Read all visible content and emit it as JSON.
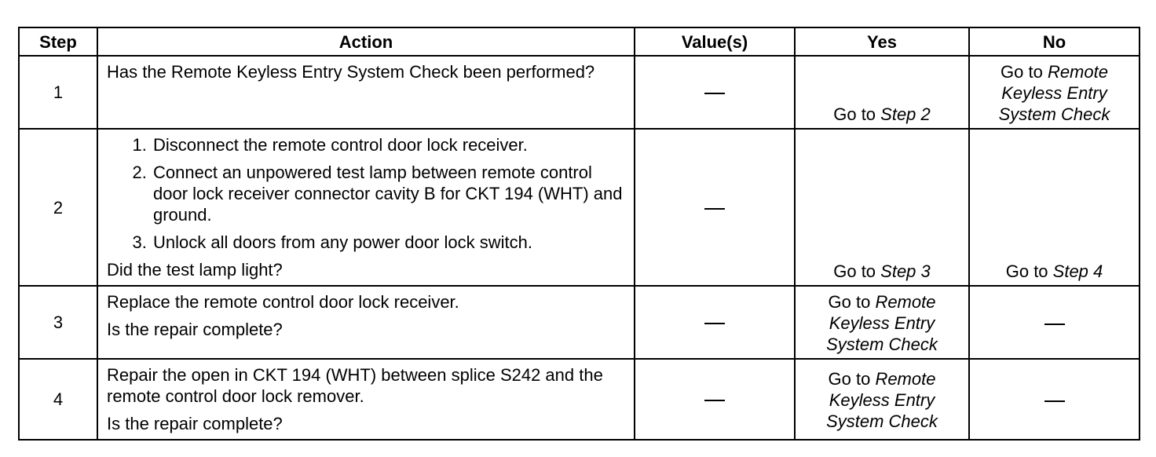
{
  "headers": {
    "step": "Step",
    "action": "Action",
    "values": "Value(s)",
    "yes": "Yes",
    "no": "No"
  },
  "rows": [
    {
      "step": "1",
      "action_paragraphs": [
        "Has the Remote Keyless Entry System Check been performed?"
      ],
      "value": "—",
      "yes": {
        "prefix": "Go to ",
        "ref": "Step 2"
      },
      "no": {
        "prefix": "Go to ",
        "ref": "Remote Keyless Entry System Check"
      }
    },
    {
      "step": "2",
      "action_list": [
        "Disconnect the remote control door lock receiver.",
        "Connect an unpowered test lamp between remote control door lock receiver connector cavity B for CKT 194 (WHT) and ground.",
        "Unlock all doors from any power door lock switch."
      ],
      "action_question": "Did the test lamp light?",
      "value": "—",
      "yes": {
        "prefix": "Go to ",
        "ref": "Step 3"
      },
      "no": {
        "prefix": "Go to ",
        "ref": "Step 4"
      }
    },
    {
      "step": "3",
      "action_paragraphs": [
        "Replace the remote control door lock receiver.",
        "Is the repair complete?"
      ],
      "value": "—",
      "yes": {
        "prefix": "Go to ",
        "ref": "Remote Keyless Entry System Check"
      },
      "no": {
        "text": "—"
      }
    },
    {
      "step": "4",
      "action_paragraphs": [
        "Repair the open in CKT 194 (WHT) between splice S242 and the remote control door lock remover.",
        "Is the repair complete?"
      ],
      "value": "—",
      "yes": {
        "prefix": "Go to ",
        "ref": "Remote Keyless Entry System Check"
      },
      "no": {
        "text": "—"
      }
    }
  ]
}
